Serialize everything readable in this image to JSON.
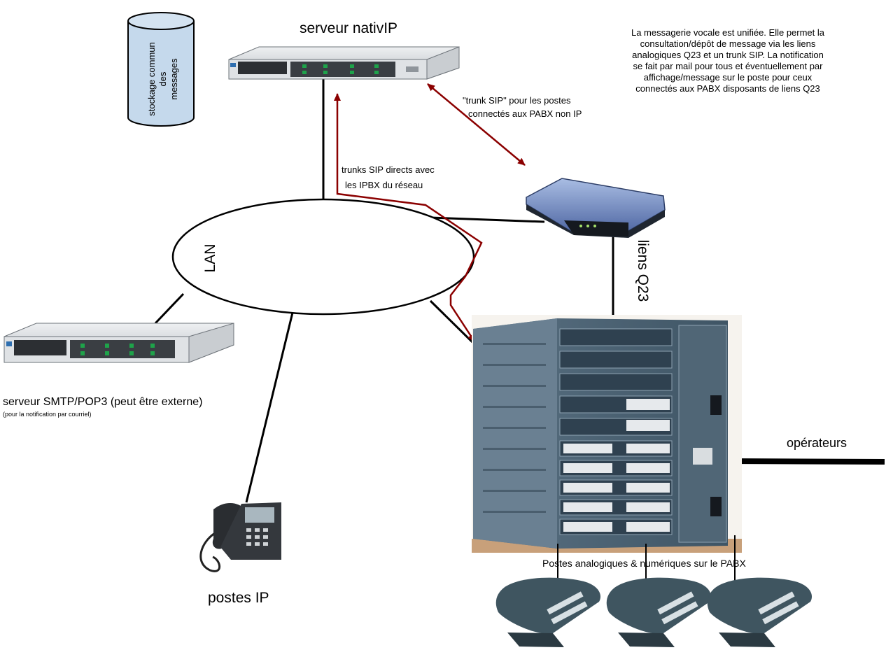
{
  "labels": {
    "server_nativip": "serveur nativIP",
    "storage_line1": "stockage commun des",
    "storage_line2": "messages",
    "note_lines": [
      "La messagerie vocale est unifiée. Elle permet la",
      "consultation/dépôt de message via les liens",
      "analogiques Q23 et un trunk SIP. La notification",
      "se fait par mail pour tous et éventuellement par",
      "affichage/message sur le poste pour ceux",
      "connectés aux PABX disposants de liens Q23"
    ],
    "trunk_sip_line1": "\"trunk SIP\" pour les postes",
    "trunk_sip_line2": "connectés aux PABX non IP",
    "trunks_direct_line1": "trunks SIP directs avec",
    "trunks_direct_line2": "les IPBX du réseau",
    "lan": "LAN",
    "liens_q23": "liens Q23",
    "smtp_server": "serveur SMTP/POP3 (peut être externe)",
    "smtp_note": "(pour la notification par courriel)",
    "operateurs": "opérateurs",
    "postes_analog": "Postes analogiques & numériques sur le PABX",
    "postes_ip": "postes IP"
  },
  "colors": {
    "trunk_arrow": "#8b0000",
    "storage_fill": "#c5d9ec",
    "server_body": "#d9dcdf",
    "server_front": "#2c2f33",
    "drive_green": "#1ea34a",
    "pabx_body": "#4f6677",
    "gateway_body": "#6f86b8",
    "phone_body": "#3f5560"
  }
}
